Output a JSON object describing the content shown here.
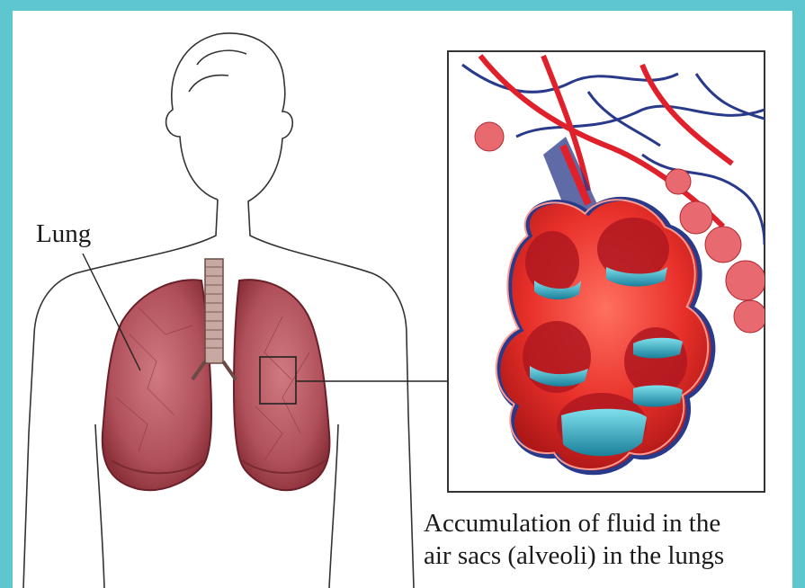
{
  "labels": {
    "lung": "Lung",
    "caption_line1": "Accumulation of fluid in the",
    "caption_line2": "air sacs (alveoli) in the lungs"
  },
  "colors": {
    "border": "#5ec6cf",
    "lung_tissue": "#b0505a",
    "blood_red": "#e0202a",
    "vein_blue": "#2a3a8a",
    "fluid": "#2aa7c0"
  }
}
